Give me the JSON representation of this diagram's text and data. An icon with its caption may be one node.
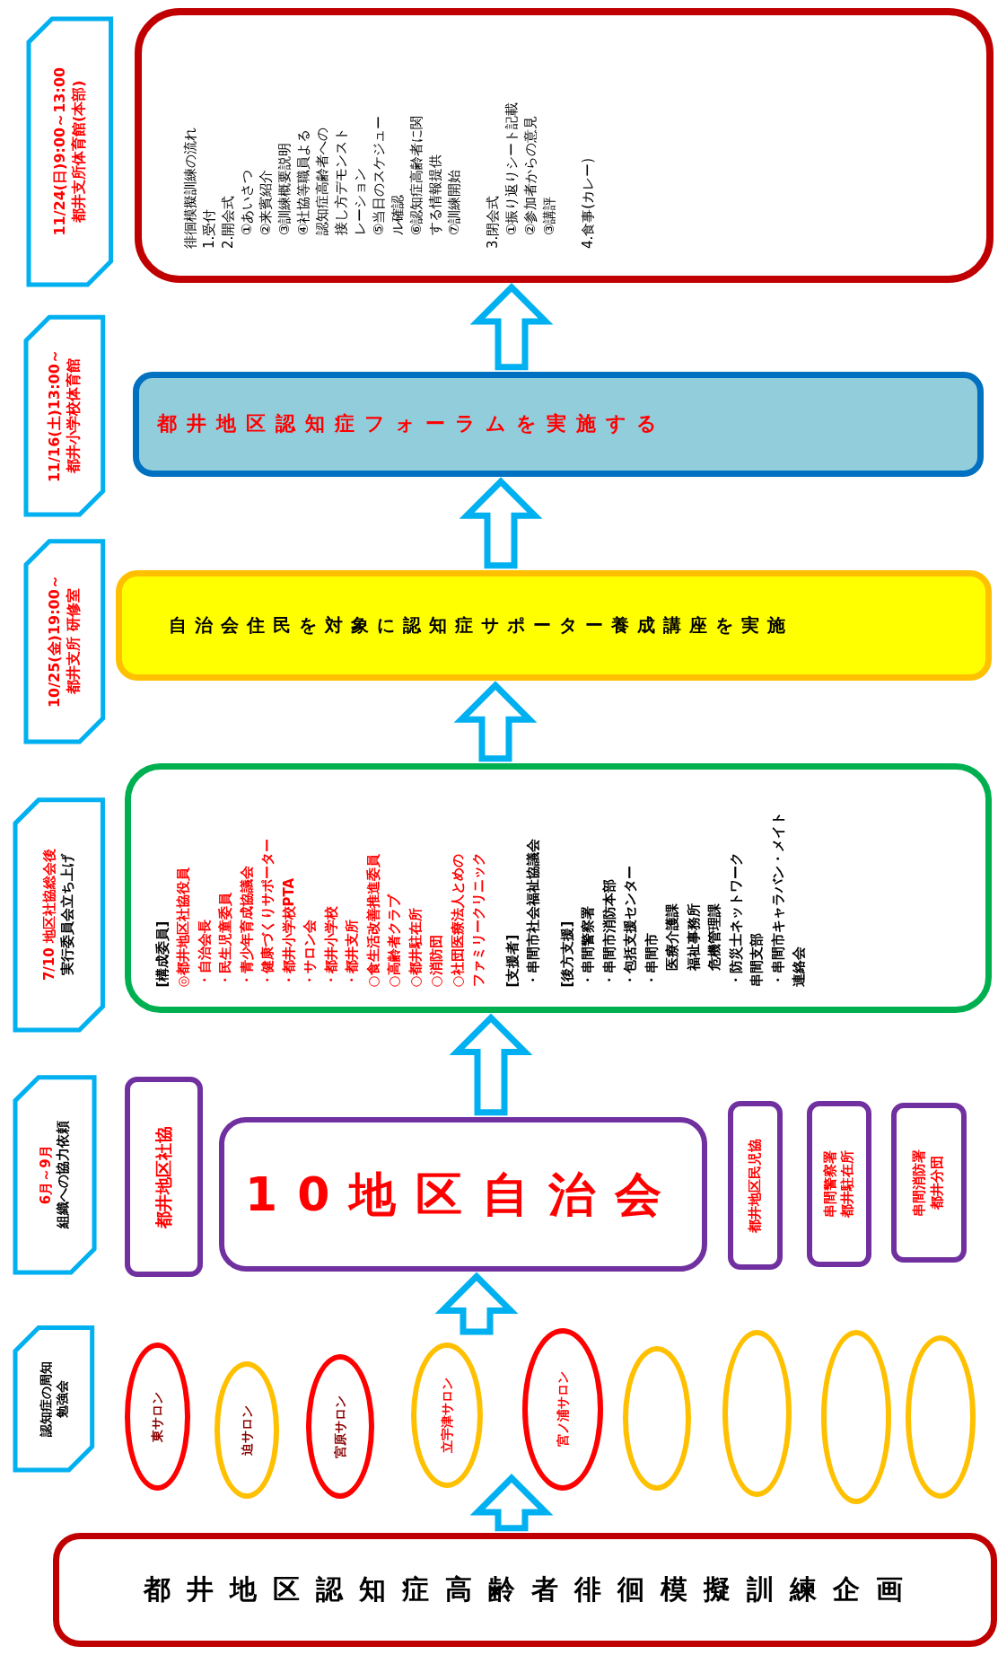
{
  "diagram": {
    "nodes": [
      {
        "text": [
          "都井地区認知症高齢者徘徊模擬訓練企画"
        ]
      },
      {
        "text": [
          "認知症の周知勉強会"
        ]
      },
      {
        "text": [
          "6月～9月",
          "組織への協力依頼"
        ]
      },
      {
        "text": [
          "7/10 地区社協総会後",
          "実行委員会立ち上げ"
        ]
      },
      {
        "text": [
          "10/25(金)19:00～",
          "都井支所 研修室"
        ]
      },
      {
        "text": [
          "11/16(土)13:00～",
          "都井小学校体育館"
        ]
      },
      {
        "text": [
          "11/24(日)9:00～13:00",
          "都井支所体育館(本部)"
        ]
      },
      {
        "text": [
          "東サロン"
        ]
      },
      {
        "text": [
          "迫サロン"
        ]
      },
      {
        "text": [
          "宮原サロン"
        ]
      },
      {
        "text": [
          "立宇津サロン"
        ]
      },
      {
        "text": [
          "宮ノ浦サロン"
        ]
      },
      {
        "text": [],
        "shape": "ellipse"
      },
      {
        "text": [],
        "shape": "ellipse"
      },
      {
        "text": [],
        "shape": "ellipse"
      },
      {
        "text": [],
        "shape": "ellipse"
      },
      {
        "text": [
          "都井地区社協"
        ]
      },
      {
        "text": [
          "10地区自治会"
        ]
      },
      {
        "text": [
          "都井地区民児協"
        ]
      },
      {
        "text": [
          "串間警察署",
          "都井駐在所"
        ]
      },
      {
        "text": [
          "串間消防署",
          "都井分団"
        ]
      },
      {
        "text": [
          "[構成委員]",
          "◎都井地区社協役員",
          "・自治会長",
          "・民生児童委員",
          "・青少年育成協議会",
          "・健康づくりサポーター",
          "・都井小学校PTA",
          "・サロン会",
          "・都井小学校",
          "・都井支所",
          "○食生活改善推進委員",
          "○高齢者クラブ",
          "○都井駐在所",
          "○消防団",
          "○社団医療法人とめのファミリークリニック",
          "[支援者]",
          "・串間市社会福祉協議会",
          "[後方支援]",
          "・串間警察署",
          "・串間市消防本部",
          "・包括支援センター",
          "・串間市",
          "医療介護課",
          "福祉事務所",
          "危機管理課",
          "・防災士ネットワーク串間支部",
          "・串間市キャラバン・メイト連絡会"
        ]
      },
      {
        "text": [
          "自治会住民を対象に認知症サポーター養成講座を実施"
        ]
      },
      {
        "text": [
          "都井地区認知症フォーラムを実施する"
        ]
      },
      {
        "text": [
          "徘徊模擬訓練の流れ",
          "1.受付",
          "2.開会式",
          "①あいさつ",
          "②来賓紹介",
          "③訓練概要説明",
          "④社協等職員よる認知症高齢者への接し方デモンストレーション",
          "⑤当日のスケジュール確認",
          "⑥認知症高齢者に関する情報提供",
          "⑦訓練開始",
          "3.閉会式",
          "①振り返りシート記載",
          "②参加者からの意見",
          "③講評",
          "4.食事(カレー)"
        ]
      }
    ],
    "edges": [
      {
        "from": 0,
        "to": null,
        "arrow": "to"
      },
      {
        "from": null,
        "to": 17,
        "arrow": "to"
      },
      {
        "from": 17,
        "to": 21,
        "arrow": "to"
      },
      {
        "from": 21,
        "to": 22,
        "arrow": "to"
      },
      {
        "from": 22,
        "to": 23,
        "arrow": "to"
      },
      {
        "from": 23,
        "to": 24,
        "arrow": "to"
      }
    ]
  }
}
